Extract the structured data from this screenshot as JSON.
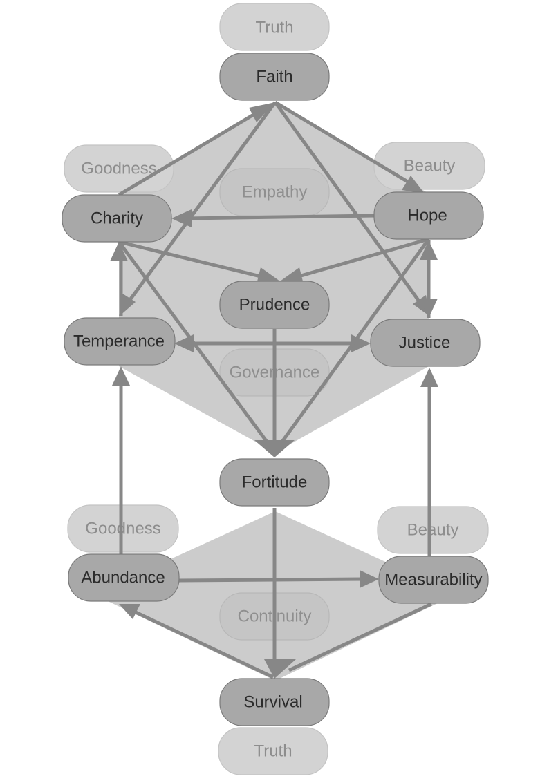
{
  "diagram": {
    "colors": {
      "node_fill": "#a8a8a8",
      "label_node_fill": "#d3d3d3",
      "region_fill": "#cccccc",
      "edge": "#878787",
      "text": "#2b2b2b",
      "label_text": "#8d8d8d"
    },
    "nodes": {
      "truth_top": "Truth",
      "faith": "Faith",
      "goodness_top": "Goodness",
      "beauty_top": "Beauty",
      "empathy": "Empathy",
      "charity": "Charity",
      "hope": "Hope",
      "prudence": "Prudence",
      "temperance": "Temperance",
      "justice": "Justice",
      "governance": "Governance",
      "fortitude": "Fortitude",
      "goodness_bottom": "Goodness",
      "beauty_bottom": "Beauty",
      "abundance": "Abundance",
      "measurability": "Measurability",
      "continuity": "Continuity",
      "survival": "Survival",
      "truth_bottom": "Truth"
    },
    "edges": [
      {
        "from": "Charity",
        "to": "Faith"
      },
      {
        "from": "Faith",
        "to": "Temperance"
      },
      {
        "from": "Faith",
        "to": "Hope"
      },
      {
        "from": "Faith",
        "to": "Justice"
      },
      {
        "from": "Hope",
        "to": "Charity"
      },
      {
        "from": "Charity",
        "to": "Prudence"
      },
      {
        "from": "Hope",
        "to": "Prudence"
      },
      {
        "from": "Charity",
        "to": "Temperance"
      },
      {
        "from": "Temperance",
        "to": "Charity"
      },
      {
        "from": "Hope",
        "to": "Justice"
      },
      {
        "from": "Justice",
        "to": "Hope"
      },
      {
        "from": "Temperance",
        "to": "Justice"
      },
      {
        "from": "Justice",
        "to": "Temperance"
      },
      {
        "from": "Charity",
        "to": "Fortitude"
      },
      {
        "from": "Hope",
        "to": "Fortitude"
      },
      {
        "from": "Prudence",
        "to": "Fortitude"
      },
      {
        "from": "Abundance",
        "to": "Temperance"
      },
      {
        "from": "Measurability",
        "to": "Justice"
      },
      {
        "from": "Abundance",
        "to": "Measurability"
      },
      {
        "from": "Fortitude",
        "to": "Survival"
      },
      {
        "from": "Measurability",
        "to": "Survival"
      },
      {
        "from": "Survival",
        "to": "Abundance"
      }
    ]
  }
}
